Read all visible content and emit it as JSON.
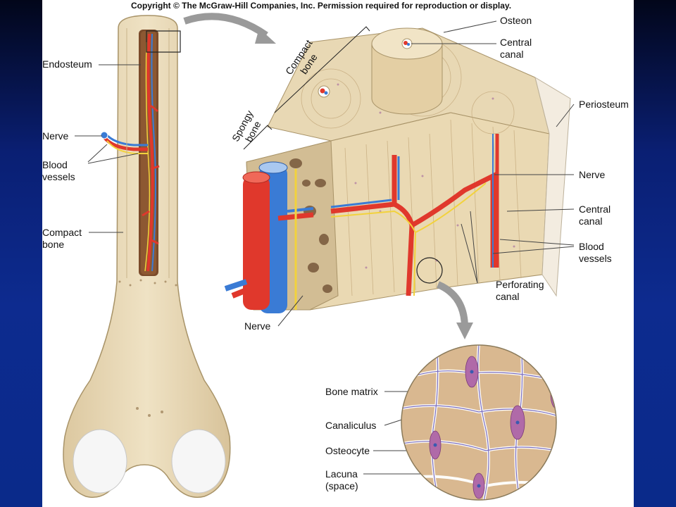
{
  "copyright": "Copyright © The McGraw-Hill Companies, Inc. Permission required for reproduction or display.",
  "labels": {
    "endosteum": "Endosteum",
    "nerve_left": "Nerve",
    "blood_vessels_left": [
      "Blood",
      "vessels"
    ],
    "compact_bone_left": [
      "Compact",
      "bone"
    ],
    "compact_bone_rot": [
      "Compact",
      "bone"
    ],
    "spongy_bone_rot": [
      "Spongy",
      "bone"
    ],
    "osteon": "Osteon",
    "central_canal_top": [
      "Central",
      "canal"
    ],
    "periosteum": "Periosteum",
    "nerve_right": "Nerve",
    "central_canal_mid": [
      "Central",
      "canal"
    ],
    "blood_vessels_right": [
      "Blood",
      "vessels"
    ],
    "perforating_canal": [
      "Perforating",
      "canal"
    ],
    "nerve_bottom": "Nerve",
    "bone_matrix": "Bone matrix",
    "canaliculus": "Canaliculus",
    "osteocyte": "Osteocyte",
    "lacuna": [
      "Lacuna",
      "(space)"
    ]
  },
  "colors": {
    "bone": "#e8d8b4",
    "bone_dark": "#cdb88f",
    "artery": "#e0382c",
    "vein": "#3a7bd5",
    "nerve": "#f2d23c",
    "cell": "#b06aa8"
  }
}
